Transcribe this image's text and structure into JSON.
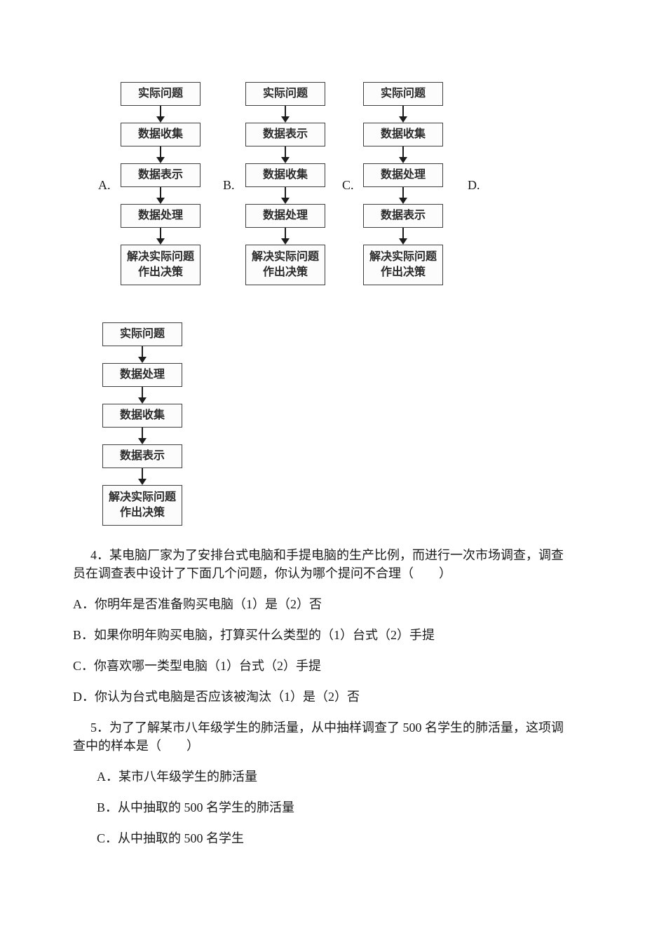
{
  "palette": {
    "page_background": "#ffffff",
    "text_color": "#1a1a1a",
    "box_border_color": "#3f3f3f",
    "arrow_color": "#1d1d1d"
  },
  "flowcharts": [
    {
      "label": "A.",
      "steps": [
        "实际问题",
        "数据收集",
        "数据表示",
        "数据处理",
        "解决实际问题\n作出决策"
      ]
    },
    {
      "label": "B.",
      "steps": [
        "实际问题",
        "数据表示",
        "数据收集",
        "数据处理",
        "解决实际问题\n作出决策"
      ]
    },
    {
      "label": "C.",
      "steps": [
        "实际问题",
        "数据收集",
        "数据处理",
        "数据表示",
        "解决实际问题\n作出决策"
      ]
    },
    {
      "label": "D.",
      "steps": [
        "实际问题",
        "数据处理",
        "数据收集",
        "数据表示",
        "解决实际问题\n作出决策"
      ]
    }
  ],
  "questions": [
    {
      "text": "4．某电脑厂家为了安排台式电脑和手提电脑的生产比例，而进行一次市场调查，调查员在调查表中设计了下面几个问题，你认为哪个提问不合理（　　）",
      "options": [
        "A．你明年是否准备购买电脑（1）是（2）否",
        "B．如果你明年购买电脑，打算买什么类型的（1）台式（2）手提",
        "C．你喜欢哪一类型电脑（1）台式（2）手提",
        "D．你认为台式电脑是否应该被淘汰（1）是（2）否"
      ]
    },
    {
      "text": "5．为了了解某市八年级学生的肺活量，从中抽样调查了 500 名学生的肺活量，这项调查中的样本是（　　）",
      "options": [
        "A．某市八年级学生的肺活量",
        "B．从中抽取的 500 名学生的肺活量",
        "C．从中抽取的 500 名学生"
      ]
    }
  ]
}
